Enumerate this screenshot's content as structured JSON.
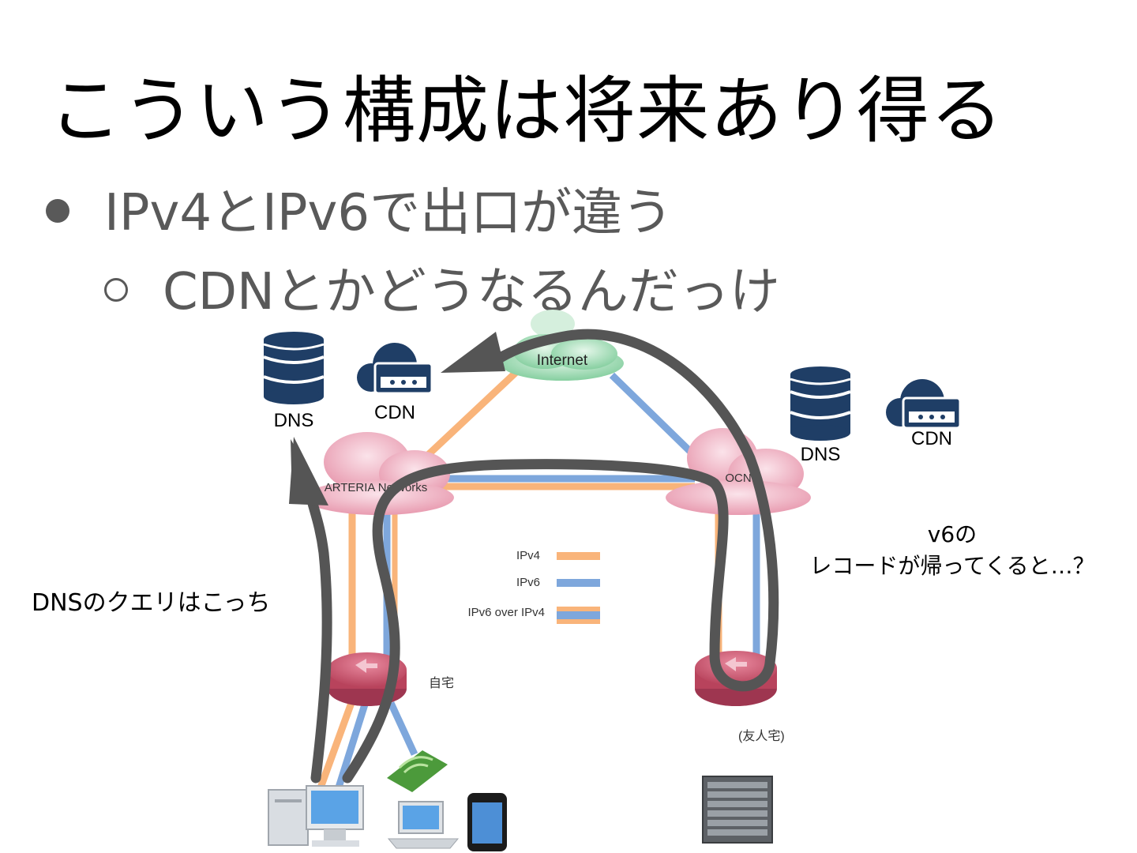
{
  "slide": {
    "title": "こういう構成は将来あり得る",
    "bullet_level1": "IPv4とIPv6で出口が違う",
    "bullet_level2": "CDNとかどうなるんだっけ"
  },
  "diagram": {
    "left_dns_label": "DNS",
    "left_cdn_label": "CDN",
    "right_dns_label": "DNS",
    "right_cdn_label": "CDN",
    "internet_label": "Internet",
    "arteria_label": "ARTERIA Networks",
    "ocn_label": "OCN",
    "home_label": "自宅",
    "friend_label": "(友人宅)",
    "legend": [
      {
        "label": "IPv4",
        "color": "#f9b47a"
      },
      {
        "label": "IPv6",
        "color": "#7ea7dc"
      },
      {
        "label": "IPv6 over IPv4",
        "color": "mixed"
      }
    ],
    "annotation_dns_query": "DNSのクエリはこっち",
    "annotation_v6_line1": "v6の",
    "annotation_v6_line2": "レコードが帰ってくると…？"
  },
  "colors": {
    "ipv4": "#f9b47a",
    "ipv6": "#7ea7dc",
    "arrow": "#555555",
    "db_icon": "#1f3e66",
    "cloud_pink": "#e8a3b5",
    "cloud_green": "#8fd3a8",
    "router": "#c85a72"
  }
}
